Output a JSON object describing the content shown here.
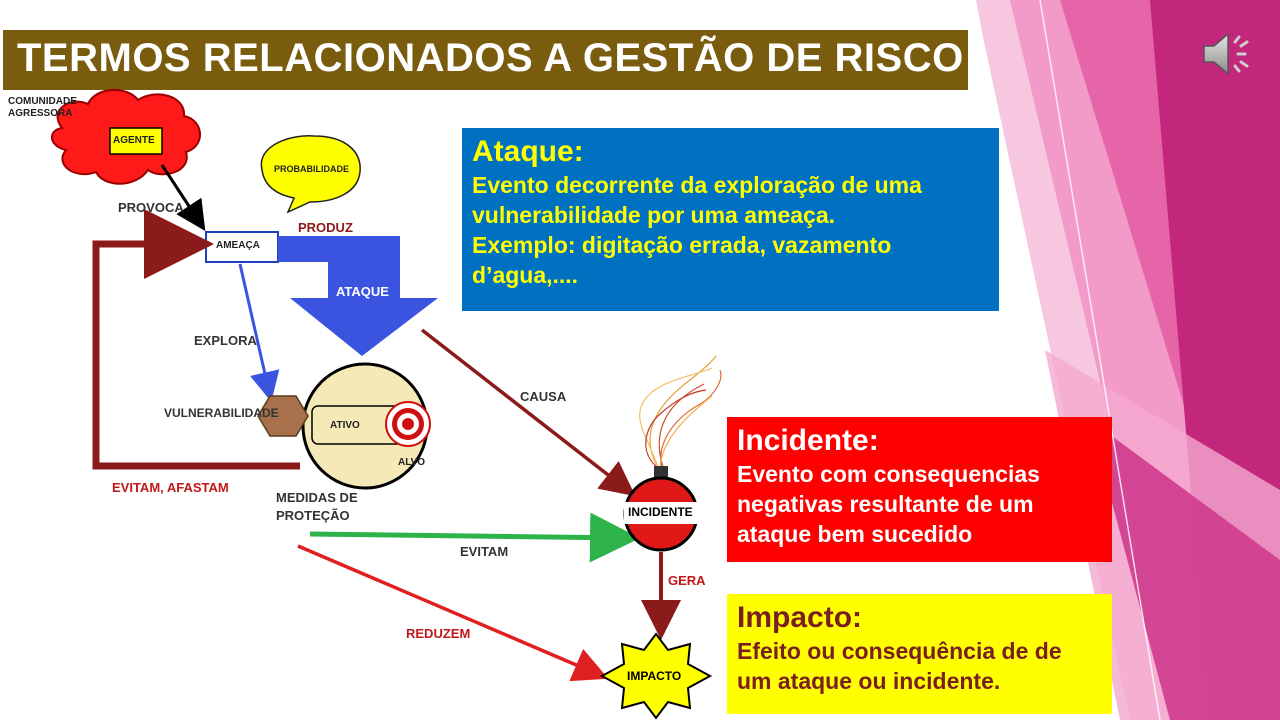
{
  "slide": {
    "title": "TERMOS RELACIONADOS A GESTÃO DE RISCO",
    "audio_icon": "speaker-icon"
  },
  "diagram": {
    "comunidade": "COMUNIDADE\nAGRESSORA",
    "agente": "AGENTE",
    "probabilidade": "PROBABILIDADE",
    "provoca": "PROVOCA",
    "ameaca": "AMEAÇA",
    "produz": "PRODUZ",
    "ataque": "ATAQUE",
    "explora": "EXPLORA",
    "vulnerabilidade": "VULNERABILIDADE",
    "ativo": "ATIVO",
    "alvo": "ALVO",
    "causa": "CAUSA",
    "evitam_afastam": "EVITAM, AFASTAM",
    "medidas": "MEDIDAS DE\nPROTEÇÃO",
    "evitam": "EVITAM",
    "incidente": "INCIDENTE",
    "gera": "GERA",
    "reduzem": "REDUZEM",
    "impacto": "IMPACTO"
  },
  "definitions": {
    "ataque": {
      "heading": "Ataque:",
      "text": "Evento decorrente da exploração de uma vulnerabilidade por uma ameaça.",
      "example": "Exemplo: digitação errada, vazamento d’agua,...."
    },
    "incidente": {
      "heading": "Incidente:",
      "text": "Evento com consequencias negativas resultante de um ataque bem sucedido"
    },
    "impacto": {
      "heading": "Impacto:",
      "text": "Efeito ou consequência  de de um ataque ou incidente."
    }
  },
  "colors": {
    "title_bg": "#7a5c0e",
    "ataque_bg": "#0070c0",
    "incidente_bg": "#ff0000",
    "impacto_bg": "#ffff00",
    "accent_pink": "#d6338f"
  }
}
